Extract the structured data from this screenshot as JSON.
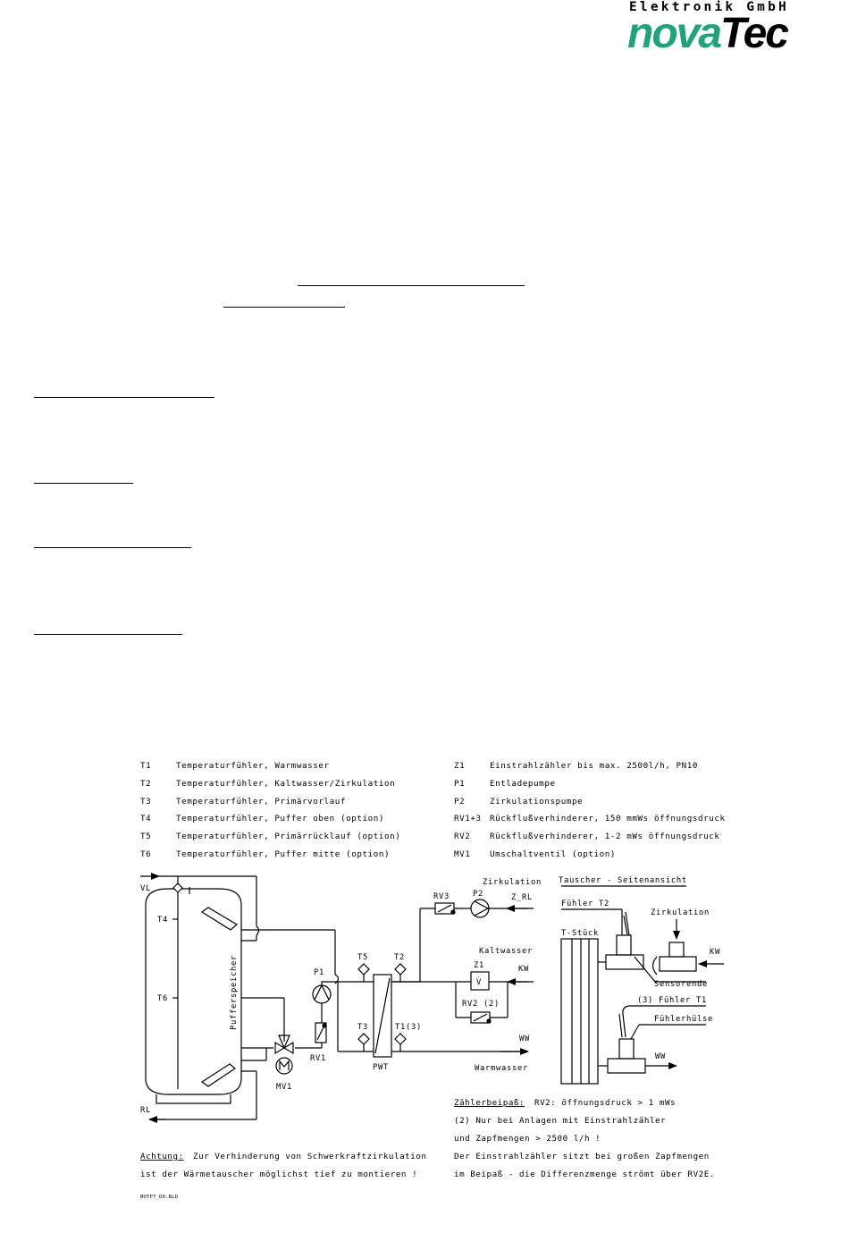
{
  "logo": {
    "top_text": "Elektronik GmbH",
    "brand_a": "nova",
    "brand_b": "Tec",
    "brand_color": "#1fa37a"
  },
  "legend_left": [
    {
      "code": "T1",
      "text": "Temperaturfühler, Warmwasser"
    },
    {
      "code": "T2",
      "text": "Temperaturfühler, Kaltwasser/Zirkulation"
    },
    {
      "code": "T3",
      "text": "Temperaturfühler, Primärvorlauf"
    },
    {
      "code": "T4",
      "text": "Temperaturfühler, Puffer oben (option)"
    },
    {
      "code": "T5",
      "text": "Temperaturfühler, Primärrücklauf (option)"
    },
    {
      "code": "T6",
      "text": "Temperaturfühler, Puffer mitte (option)"
    }
  ],
  "legend_right": [
    {
      "code": "Z1",
      "text": "Einstrahlzähler bis max. 2500l/h, PN10"
    },
    {
      "code": "P1",
      "text": "Entladepumpe"
    },
    {
      "code": "P2",
      "text": "Zirkulationspumpe"
    },
    {
      "code": "RV1+3",
      "text": "Rückflußverhinderer, 150 mmWs öffnungsdruck"
    },
    {
      "code": "RV2",
      "text": "Rückflußverhinderer, 1-2 mWs öffnungsdruck"
    },
    {
      "code": "MV1",
      "text": "Umschaltventil (option)"
    }
  ],
  "diagram": {
    "vl": "VL",
    "rl": "RL",
    "t4": "T4",
    "t6": "T6",
    "tank": "Pufferspeicher",
    "p1": "P1",
    "rv1": "RV1",
    "mv1": "MV1",
    "t5": "T5",
    "t2": "T2",
    "t3": "T3",
    "t1": "T1(3)",
    "pwt": "PWT",
    "rv3": "RV3",
    "p2": "P2",
    "zirkulation": "Zirkulation",
    "z_rl": "Z_RL",
    "kaltwasser": "Kaltwasser",
    "z1": "Z1",
    "vdot": "V̇",
    "kw": "KW",
    "rv2": "RV2 (2)",
    "ww": "WW",
    "warmwasser": "Warmwasser"
  },
  "side_view": {
    "title": "Tauscher - Seitenansicht",
    "fuehler_t2": "Fühler T2",
    "t_stueck": "T-Stück",
    "zirkulation": "Zirkulation",
    "kw": "KW",
    "sensorende": "Sensorende",
    "fuehler_t1": "(3) Fühler T1",
    "fuehlerhuelse": "Fühlerhülse",
    "ww": "WW"
  },
  "notes": {
    "bypass_label": "Zählerbeipaß:",
    "bypass_text": "RV2: öffnungsdruck > 1 mWs",
    "line2": "(2)   Nur bei Anlagen mit Einstrahlzähler",
    "line3": "und Zapfmengen > 2500 l/h !",
    "line4": "Der Einstrahlzähler sitzt bei großen Zapfmengen",
    "line5": "im Beipaß - die Differenzmenge strömt über RV2E.",
    "achtung_label": "Achtung:",
    "achtung_text": "Zur Verhinderung von Schwerkraftzirkulation",
    "achtung_line2": "ist der Wärmetauscher möglichst tief zu  montieren !",
    "file_ref": "MOTP7_DO.BLD"
  }
}
